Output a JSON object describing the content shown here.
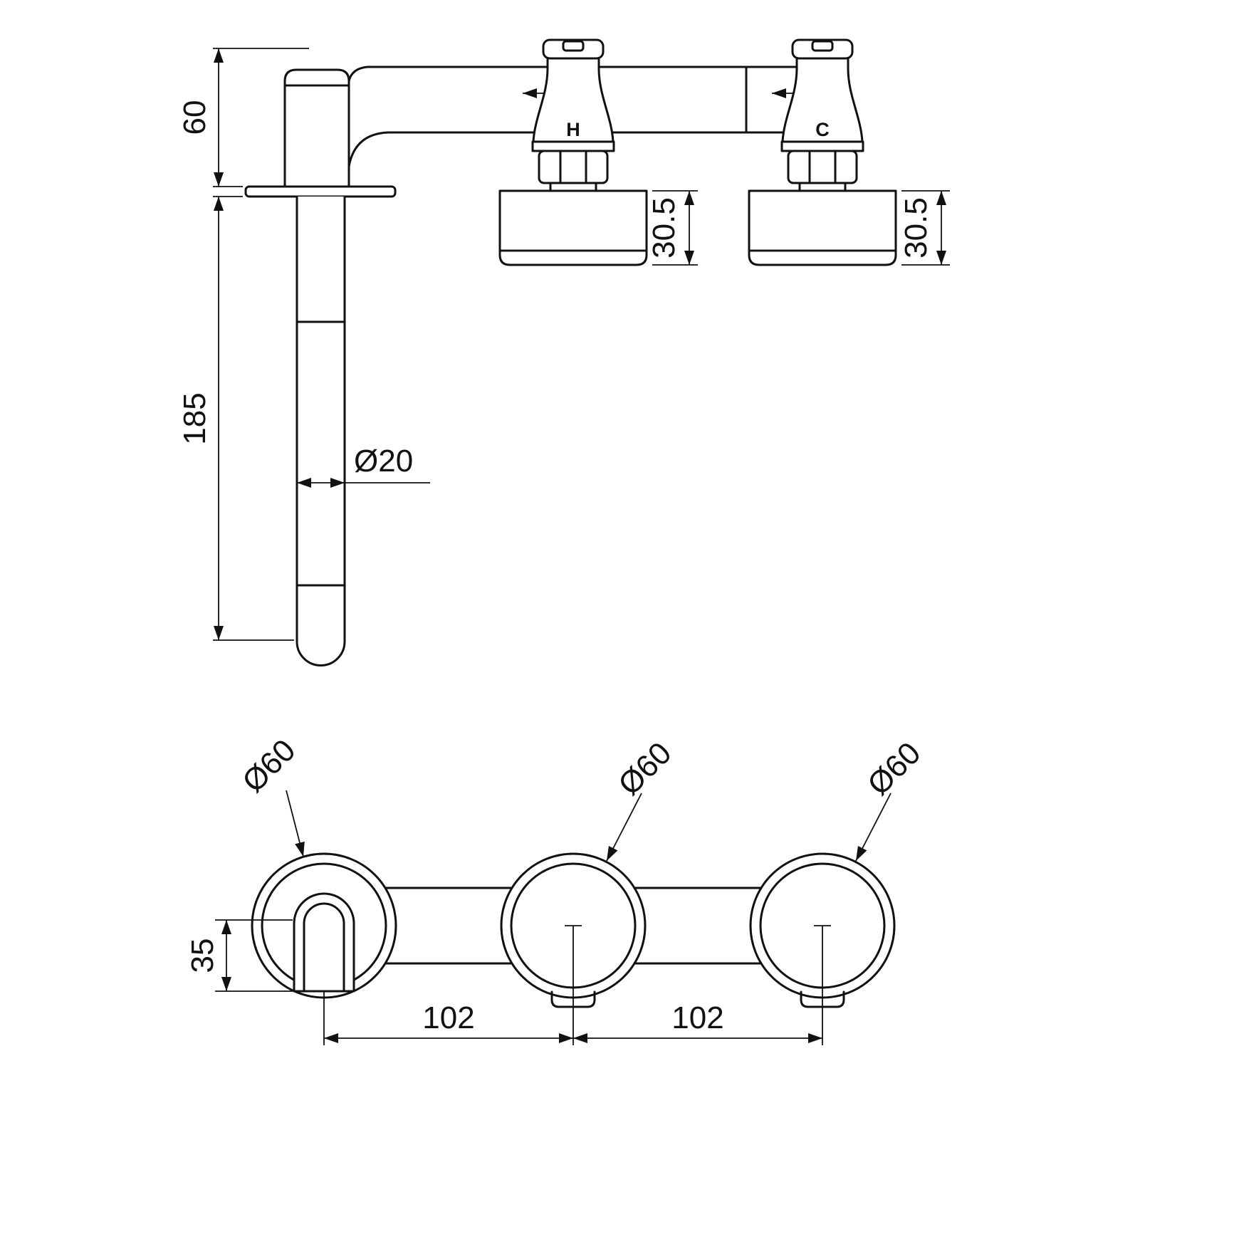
{
  "drawing": {
    "side_view": {
      "hot_handle_label": "H",
      "cold_handle_label": "C",
      "dim_spout_height": "60",
      "dim_spout_drop_length": "185",
      "dim_spout_pipe_diameter": "Ø20",
      "dim_hot_trim_depth": "30.5",
      "dim_cold_trim_depth": "30.5"
    },
    "front_view": {
      "dim_spout_flange_diameter": "Ø60",
      "dim_hot_flange_diameter": "Ø60",
      "dim_cold_flange_diameter": "Ø60",
      "dim_spout_outlet_drop": "35",
      "dim_spout_to_hot_spacing": "102",
      "dim_hot_to_cold_spacing": "102"
    },
    "line_color": "#111111"
  }
}
